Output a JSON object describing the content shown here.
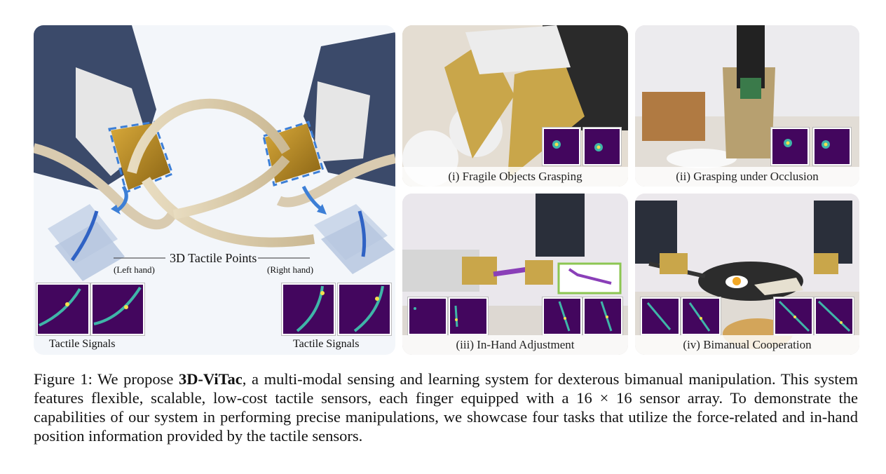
{
  "main_panel": {
    "title": "3D Tactile Points",
    "left_hand": "(Left hand)",
    "right_hand": "(Right hand)",
    "tactile_left": "Tactile Signals",
    "tactile_right": "Tactile Signals"
  },
  "tasks": [
    {
      "caption": "(i) Fragile Objects Grasping"
    },
    {
      "caption": "(ii) Grasping under Occlusion"
    },
    {
      "caption": "(iii) In-Hand Adjustment"
    },
    {
      "caption": "(iv) Bimanual Cooperation"
    }
  ],
  "figure": {
    "prefix": "Figure 1:",
    "intro": " We propose ",
    "name": "3D-ViTac",
    "rest": ", a multi-modal sensing and learning system for dexterous bimanual manipulation. This system features flexible, scalable, low-cost tactile sensors, each finger equipped with a 16 × 16 sensor array. To demonstrate the capabilities of our system in performing precise manipulations, we showcase four tasks that utilize the force-related and in-hand position information provided by the tactile sensors."
  },
  "colors": {
    "heatmap_bg": "#43065e",
    "heat_line": "#3fb5a8",
    "heat_peak": "#f4e04d",
    "arrow": "#3d7fd6"
  }
}
